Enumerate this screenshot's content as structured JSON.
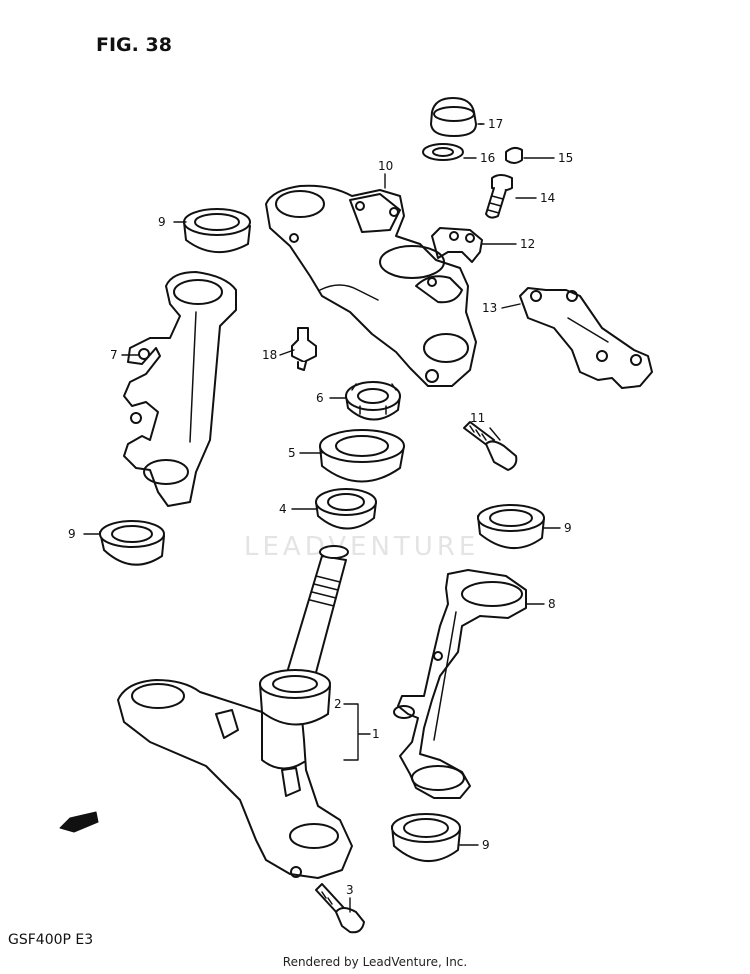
{
  "figure": {
    "title": "FIG. 38",
    "model": "GSF400P  E3"
  },
  "watermark": "LEADVENTURE",
  "footer": "Rendered by LeadVenture, Inc.",
  "fwd_label": "FWD",
  "callouts": [
    "1",
    "2",
    "3",
    "4",
    "5",
    "6",
    "7",
    "8",
    "9",
    "9",
    "9",
    "9",
    "10",
    "11",
    "12",
    "13",
    "14",
    "15",
    "16",
    "17",
    "18"
  ]
}
